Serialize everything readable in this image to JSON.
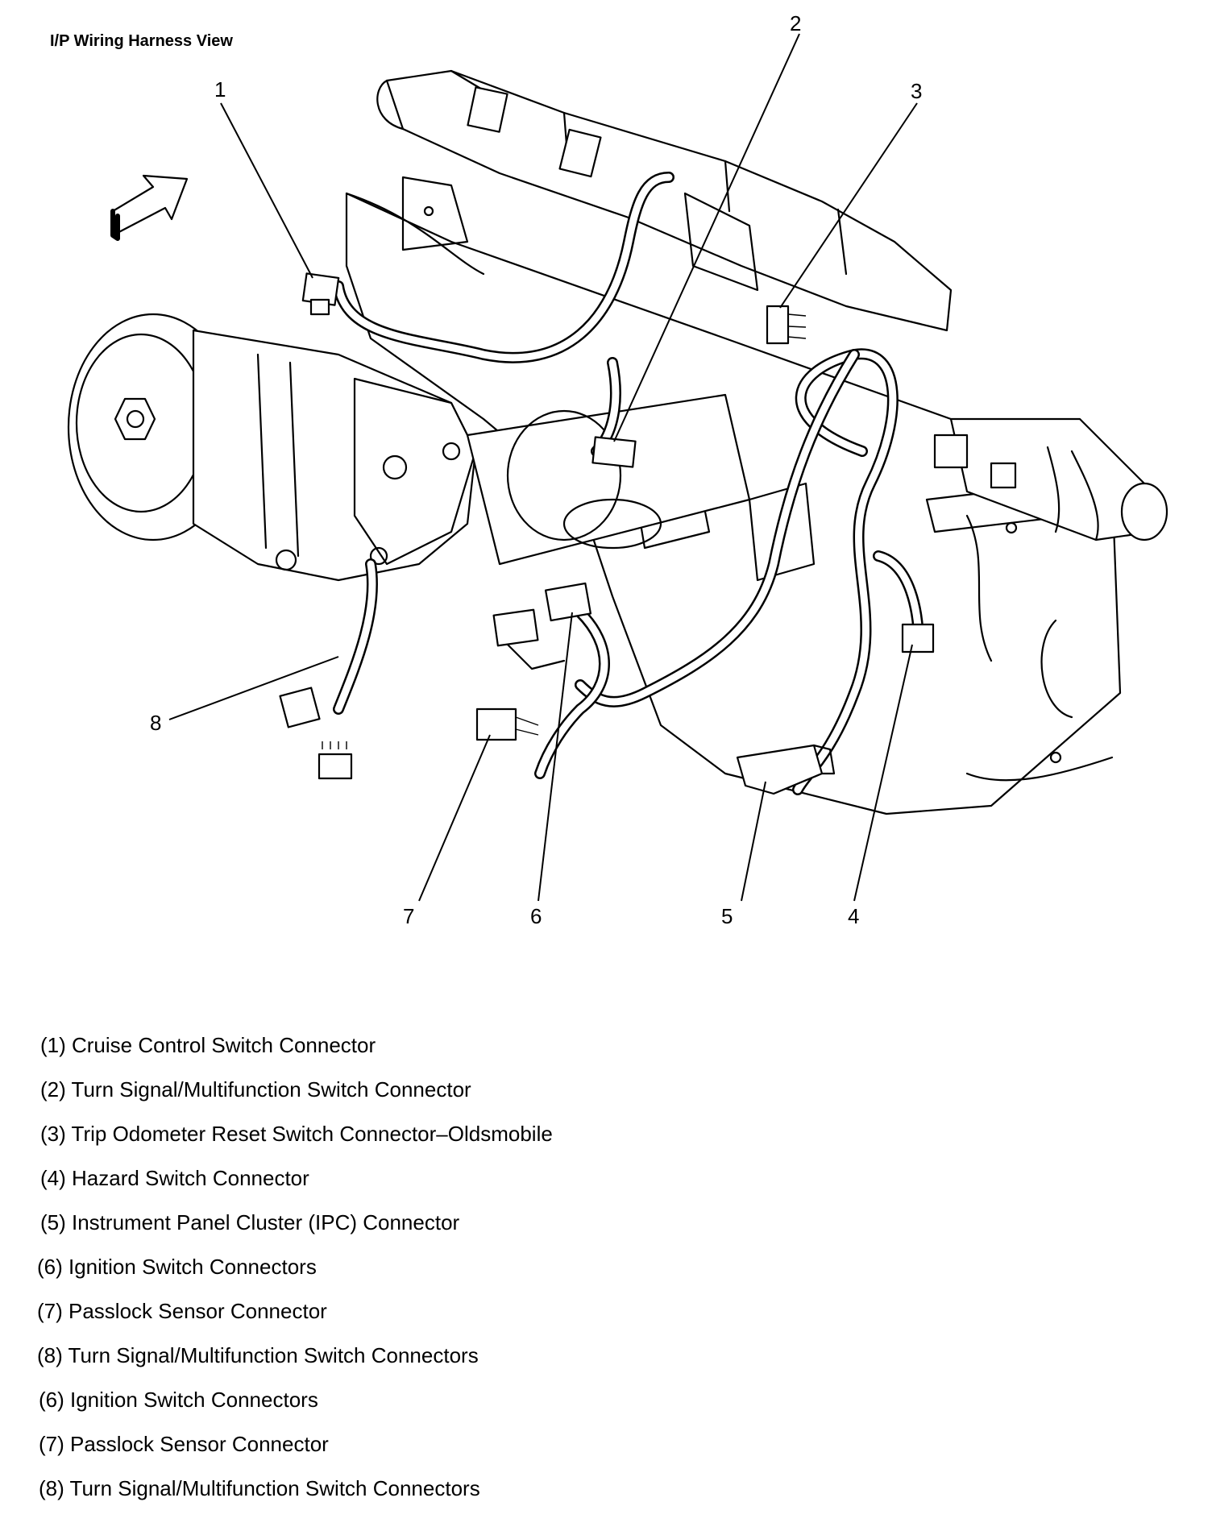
{
  "title": "I/P Wiring Harness View",
  "callouts": [
    "1",
    "2",
    "3",
    "4",
    "5",
    "6",
    "7",
    "8"
  ],
  "legend": [
    "(1) Cruise Control Switch Connector",
    "(2) Turn Signal/Multifunction Switch Connector",
    "(3) Trip Odometer Reset Switch Connector–Oldsmobile",
    "(4) Hazard Switch Connector",
    "(5) Instrument Panel Cluster (IPC) Connector",
    "(6) Ignition Switch Connectors",
    "(7) Passlock Sensor Connector",
    "(8) Turn Signal/Multifunction Switch Connectors",
    "(6) Ignition Switch Connectors",
    "(7) Passlock Sensor Connector",
    "(8) Turn Signal/Multifunction Switch Connectors"
  ],
  "icons": {
    "direction_arrow": "forward-arrow-icon"
  }
}
